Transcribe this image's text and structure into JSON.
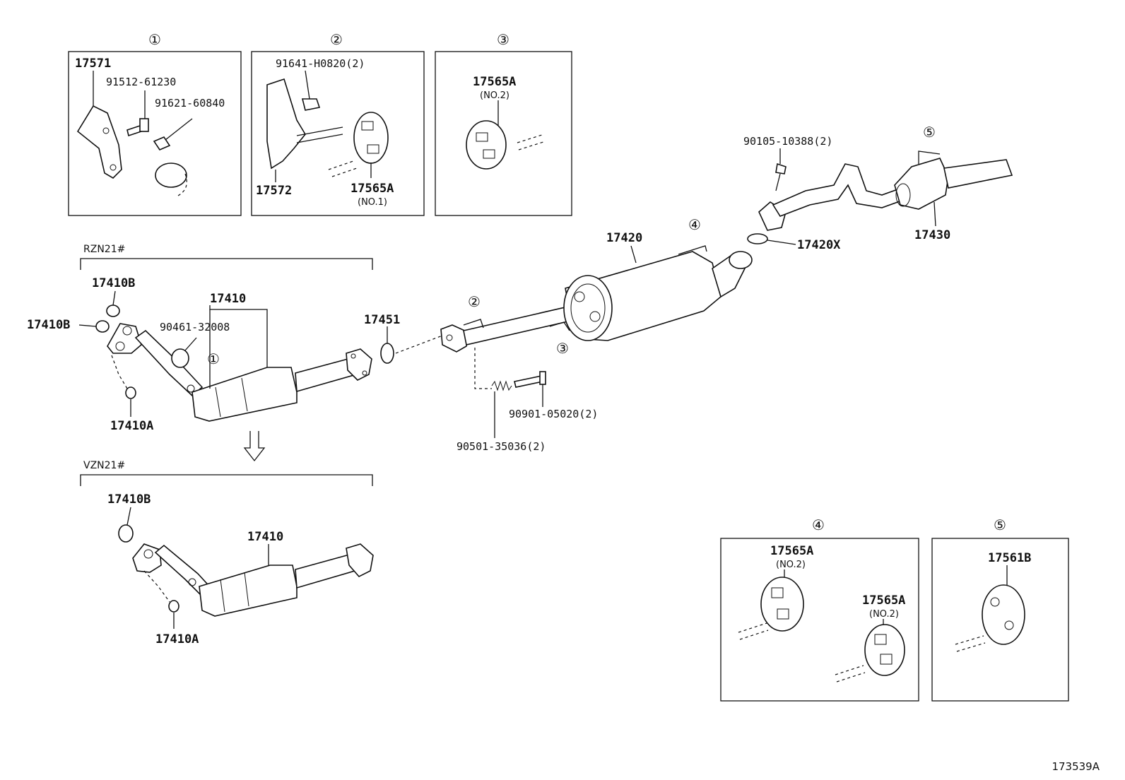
{
  "diagram_code": "173539A",
  "models": {
    "top": "RZN21#",
    "bottom": "VZN21#"
  },
  "inset_markers": [
    "①",
    "②",
    "③",
    "④",
    "⑤"
  ],
  "inset1": {
    "p1": "17571",
    "p2": "91512-61230",
    "p3": "91621-60840"
  },
  "inset2": {
    "p1": "91641-H0820(2)",
    "p2": "17572",
    "p3": "17565A",
    "p3_sub": "(NO.1)"
  },
  "inset3": {
    "p1": "17565A",
    "p1_sub": "(NO.2)"
  },
  "inset4": {
    "p1": "17565A",
    "p1_sub": "(NO.2)",
    "p2": "17565A",
    "p2_sub": "(NO.2)"
  },
  "inset5": {
    "p1": "17561B"
  },
  "main": {
    "p17410B_a": "17410B",
    "p17410B_b": "17410B",
    "p17410": "17410",
    "p90461": "90461-32008",
    "p17410A": "17410A",
    "p17451": "17451",
    "p17420": "17420",
    "p17420X": "17420X",
    "p17430": "17430",
    "p90105": "90105-10388(2)",
    "p90901": "90901-05020(2)",
    "p90501": "90501-35036(2)"
  },
  "lower": {
    "p17410B": "17410B",
    "p17410": "17410",
    "p17410A": "17410A"
  }
}
